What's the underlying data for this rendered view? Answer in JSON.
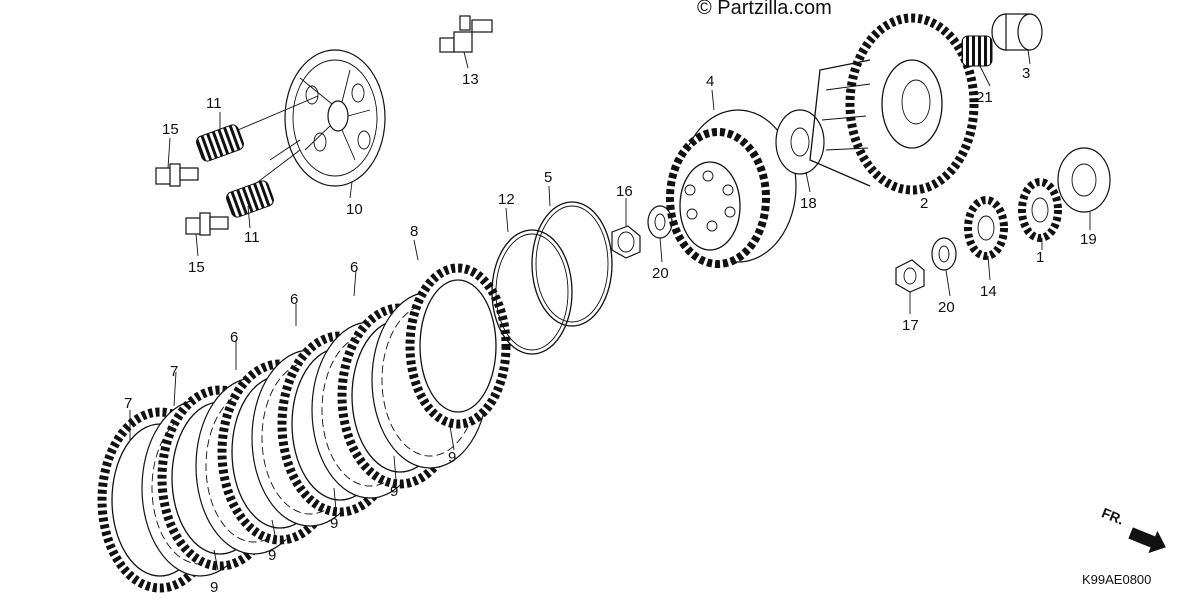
{
  "watermark": "© Partzilla.com",
  "diagram_code": "K99AE0800",
  "direction_label": "FR.",
  "labels": {
    "p1": "1",
    "p2": "2",
    "p3": "3",
    "p4": "4",
    "p5": "5",
    "p6": "6",
    "p7": "7",
    "p8": "8",
    "p9": "9",
    "p10": "10",
    "p11": "11",
    "p12": "12",
    "p13": "13",
    "p14": "14",
    "p15": "15",
    "p16": "16",
    "p17": "17",
    "p18": "18",
    "p19": "19",
    "p20": "20",
    "p21": "21"
  }
}
